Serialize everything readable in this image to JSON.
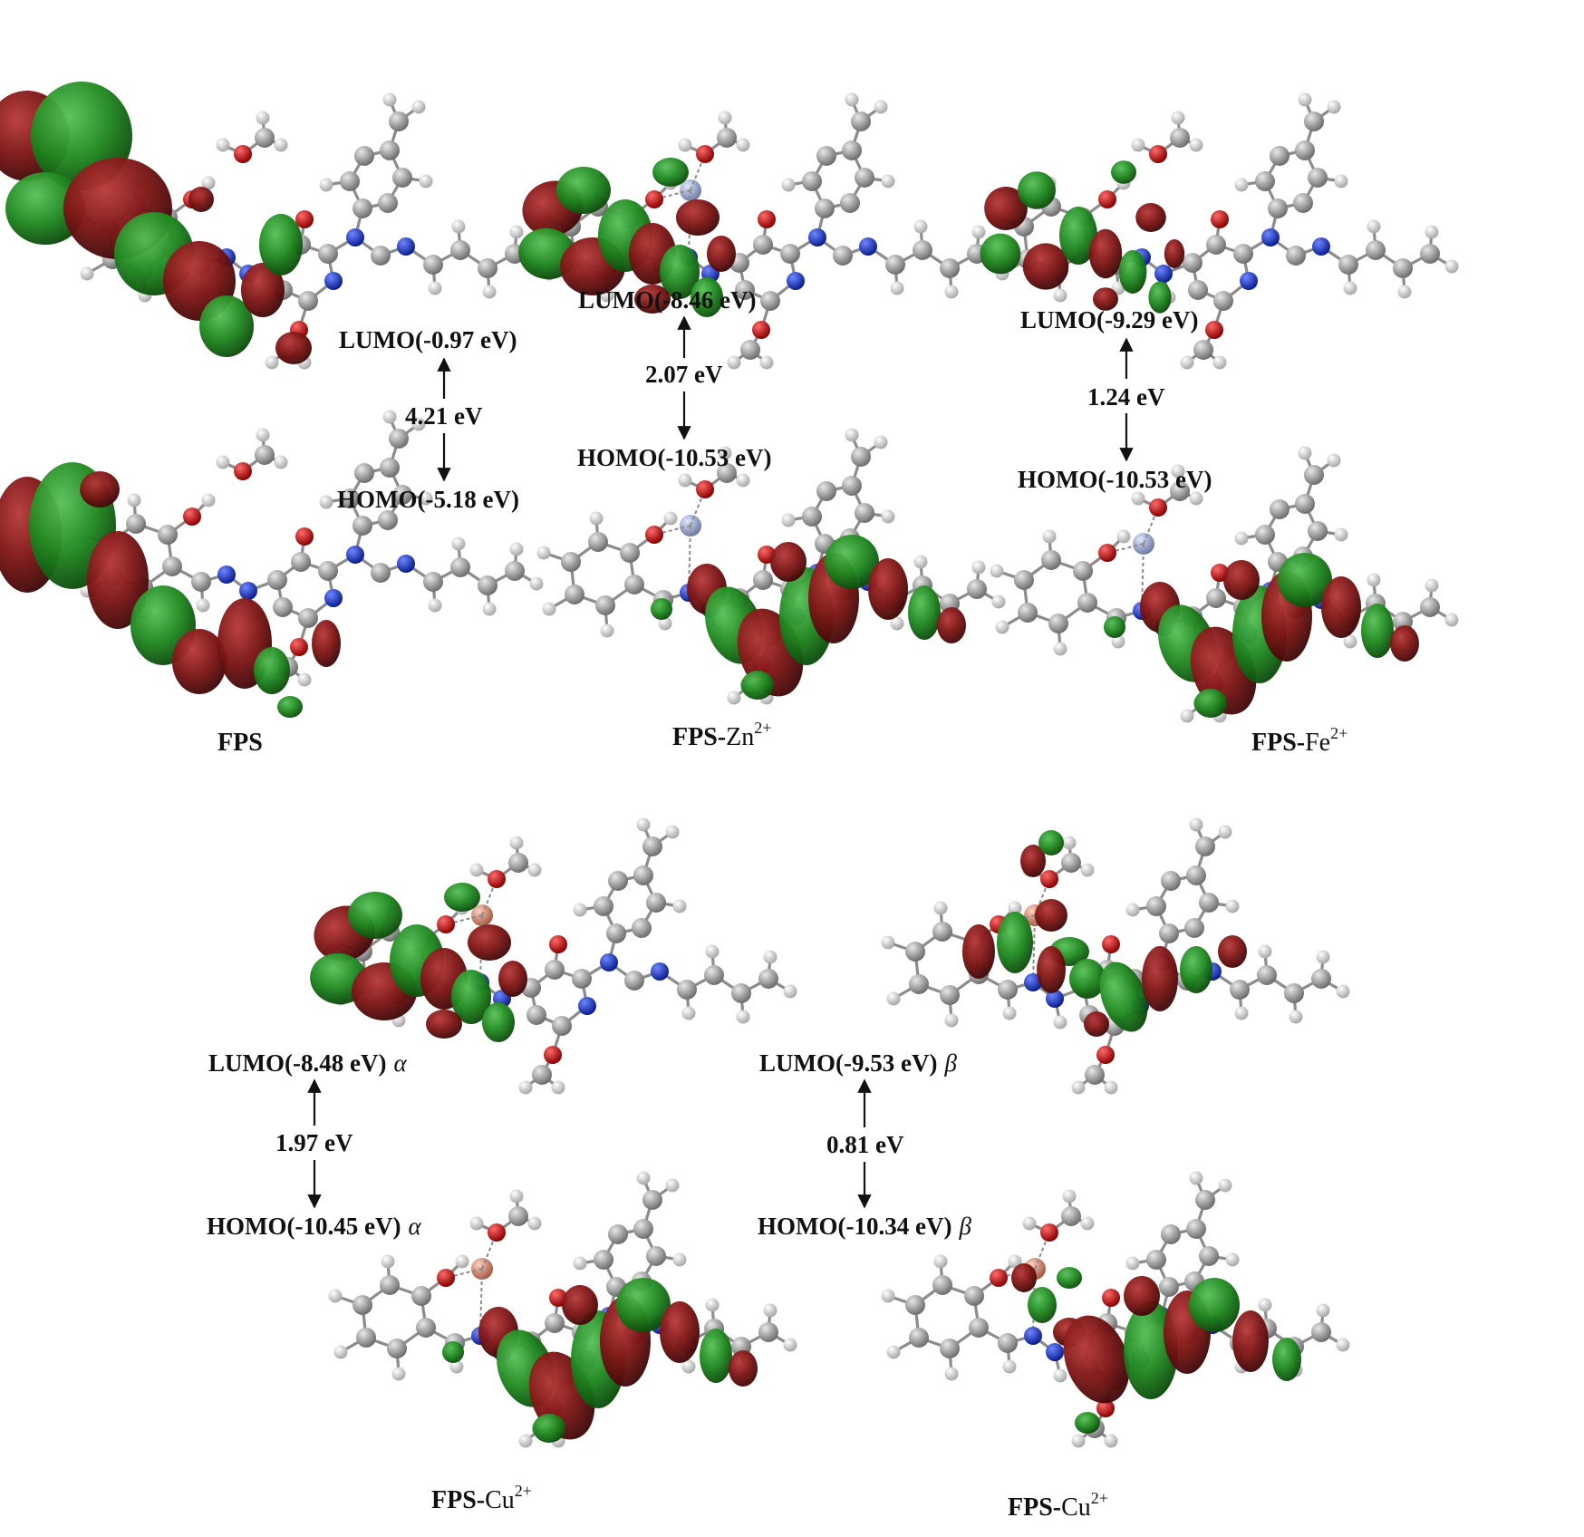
{
  "panels": [
    {
      "name_bold": "FPS",
      "name_ion": "",
      "name_charge": "",
      "lumo": "LUMO(-0.97 eV)",
      "lumo_spin": "",
      "gap": "4.21 eV",
      "homo": "HOMO(-5.18 eV)",
      "homo_spin": ""
    },
    {
      "name_bold": "FPS-",
      "name_ion": "Zn",
      "name_charge": "2+",
      "lumo": "LUMO(-8.46 eV)",
      "lumo_spin": "",
      "gap": "2.07 eV",
      "homo": "HOMO(-10.53 eV)",
      "homo_spin": ""
    },
    {
      "name_bold": "FPS-",
      "name_ion": "Fe",
      "name_charge": "2+",
      "lumo": "LUMO(-9.29 eV)",
      "lumo_spin": "",
      "gap": "1.24 eV",
      "homo": "HOMO(-10.53 eV)",
      "homo_spin": ""
    },
    {
      "name_bold": "FPS-",
      "name_ion": "Cu",
      "name_charge": "2+",
      "lumo": "LUMO(-8.48 eV)",
      "lumo_spin": "α",
      "gap": "1.97 eV",
      "homo": "HOMO(-10.45 eV)",
      "homo_spin": "α"
    },
    {
      "name_bold": "FPS-",
      "name_ion": "Cu",
      "name_charge": "2+",
      "lumo": "LUMO(-9.53 eV)",
      "lumo_spin": "β",
      "gap": "0.81 eV",
      "homo": "HOMO(-10.34 eV)",
      "homo_spin": "β"
    }
  ],
  "colors": {
    "lobe_positive": "#2e8b2e",
    "lobe_negative": "#8b1a1a",
    "atom_carbon": "#9a9a9a",
    "atom_hydrogen": "#e6e6e6",
    "atom_nitrogen": "#1f3fd0",
    "atom_oxygen": "#d01010",
    "atom_zinc": "#9aa6c8",
    "atom_copper": "#d48a70",
    "bond": "#8c8c8c",
    "text": "#111111"
  }
}
